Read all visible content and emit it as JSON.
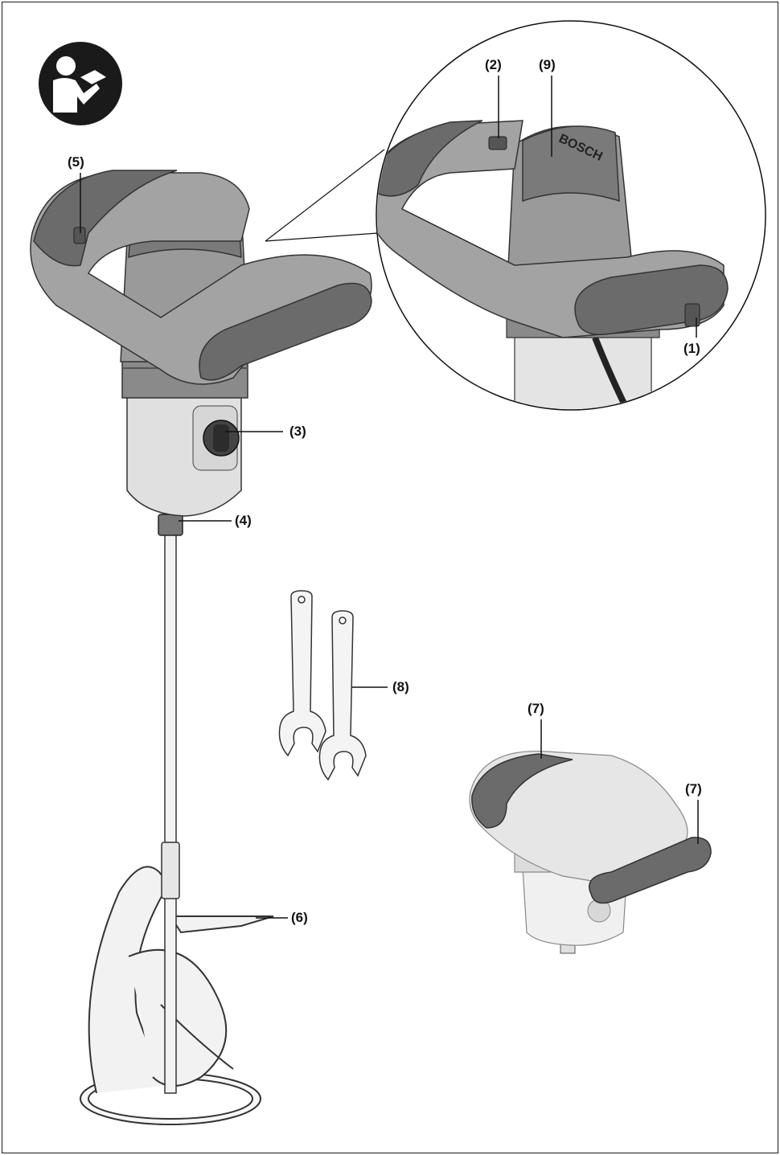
{
  "diagram": {
    "manual_icon": "read-manual-icon",
    "brand_text": "BOSCH",
    "callouts": {
      "c1": "(1)",
      "c2": "(2)",
      "c3": "(3)",
      "c4": "(4)",
      "c5": "(5)",
      "c6": "(6)",
      "c7a": "(7)",
      "c7b": "(7)",
      "c8": "(8)",
      "c9": "(9)"
    },
    "colors": {
      "handle_dark": "#6b6b6b",
      "body_mid": "#8f8f8f",
      "body_light": "#d8d8d8",
      "paddle": "#f2f2f2",
      "outline": "#1a1a1a"
    }
  }
}
